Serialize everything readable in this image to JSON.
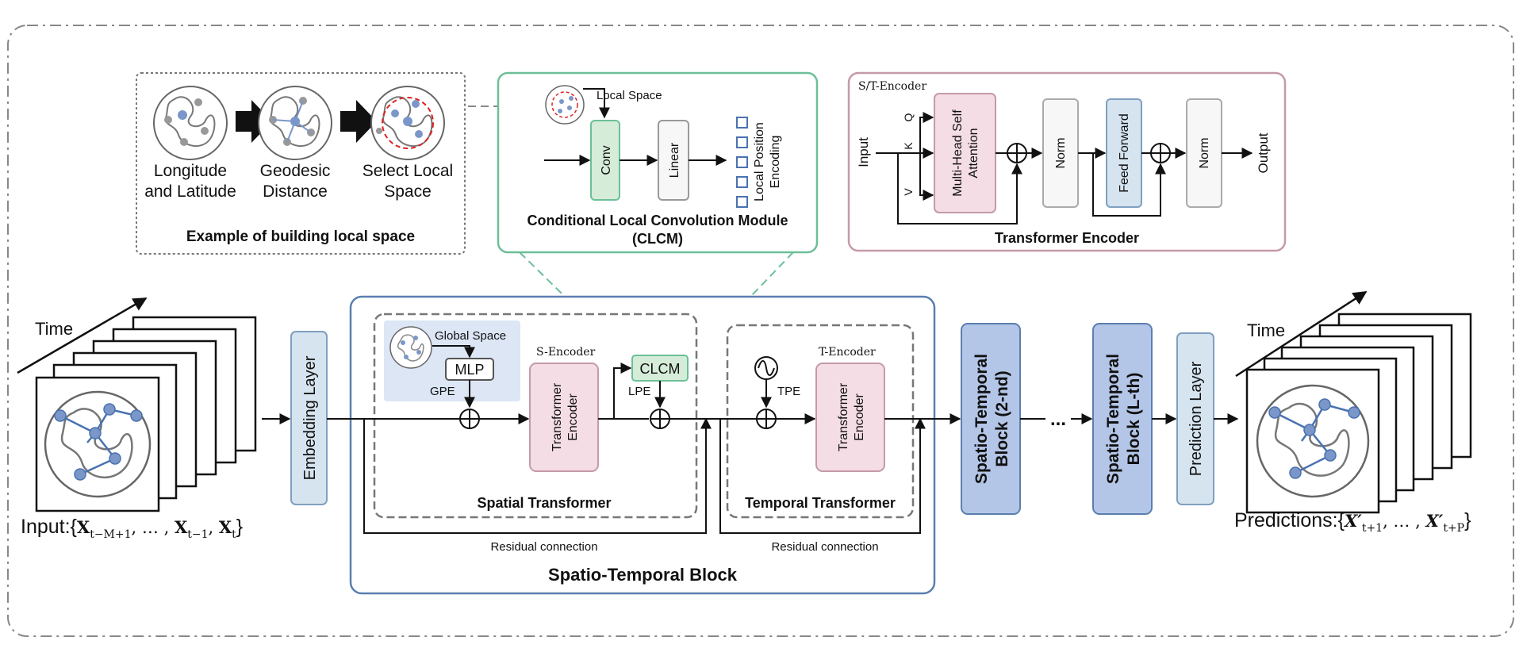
{
  "local_space_example": {
    "steps": [
      "Longitude\nand Latitude",
      "Geodesic\nDistance",
      "Select Local\nSpace"
    ],
    "caption": "Example of building local space"
  },
  "clcm_panel": {
    "local_space_label": "Local Space",
    "conv_label": "Conv",
    "linear_label": "Linear",
    "encoding_label": "Local Position\nEncoding",
    "caption_line1": "Conditional Local Convolution Module",
    "caption_line2": "(CLCM)"
  },
  "encoder_panel": {
    "tag": "S/T-Encoder",
    "input_label": "Input",
    "q": "Q",
    "k": "K",
    "v": "V",
    "mhsa_label": "Multi-Head Self\nAttention",
    "norm_label": "Norm",
    "ff_label": "Feed Forward",
    "output_label": "Output",
    "caption": "Transformer Encoder"
  },
  "input_stack": {
    "time_label": "Time",
    "caption_prefix": "Input:{",
    "caption_math": "X_{t-M+1}, ..., X_{t-1}, X_t",
    "caption_suffix": "}"
  },
  "embedding_layer": "Embedding Layer",
  "st_block": {
    "global_space_label": "Global Space",
    "mlp_label": "MLP",
    "gpe_label": "GPE",
    "s_encoder_label": "S-Encoder",
    "transformer_encoder_label": "Transformer\nEncoder",
    "clcm_label": "CLCM",
    "lpe_label": "LPE",
    "spatial_caption": "Spatial Transformer",
    "t_encoder_label": "T-Encoder",
    "tpe_label": "TPE",
    "temporal_caption": "Temporal Transformer",
    "residual_label": "Residual connection",
    "title": "Spatio-Temporal Block"
  },
  "block_2nd": "Spatio-Temporal\nBlock (2-nd)",
  "ellipsis": "...",
  "block_lth": "Spatio-Temporal\nBlock (L-th)",
  "prediction_layer": "Prediction Layer",
  "output_stack": {
    "time_label": "Time",
    "caption_prefix": "Predictions:{",
    "caption_math": "X'_{t+1}, ..., X'_{t+P}",
    "caption_suffix": "}"
  },
  "colors": {
    "block_blue": "#b4c6e7",
    "embed_blue": "#d6e4ef",
    "clcm_green": "#d5ecd8",
    "encoder_pink": "#f4dde4",
    "global_space_bg": "#dce6f5",
    "green_outline": "#6cbf99",
    "pink_outline": "#c59aa8",
    "node_blue": "#7b97c9"
  }
}
